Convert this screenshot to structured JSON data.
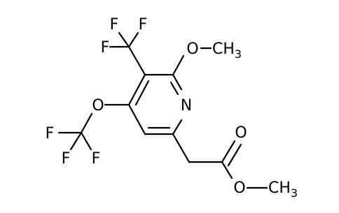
{
  "structure": {
    "atom_labels": {
      "f1": "F",
      "f2": "F",
      "f3": "F",
      "o_methoxy": "O",
      "methoxy_ch3": "CH",
      "methoxy_ch3_sub": "3",
      "n_ring": "N",
      "o_ocf3": "O",
      "f4": "F",
      "f5": "F",
      "f6": "F",
      "o_carbonyl": "O",
      "o_ester": "O",
      "ester_ch3": "CH",
      "ester_ch3_sub": "3"
    },
    "colors": {
      "bond": "#000000",
      "text": "#000000",
      "background": "#ffffff"
    }
  }
}
